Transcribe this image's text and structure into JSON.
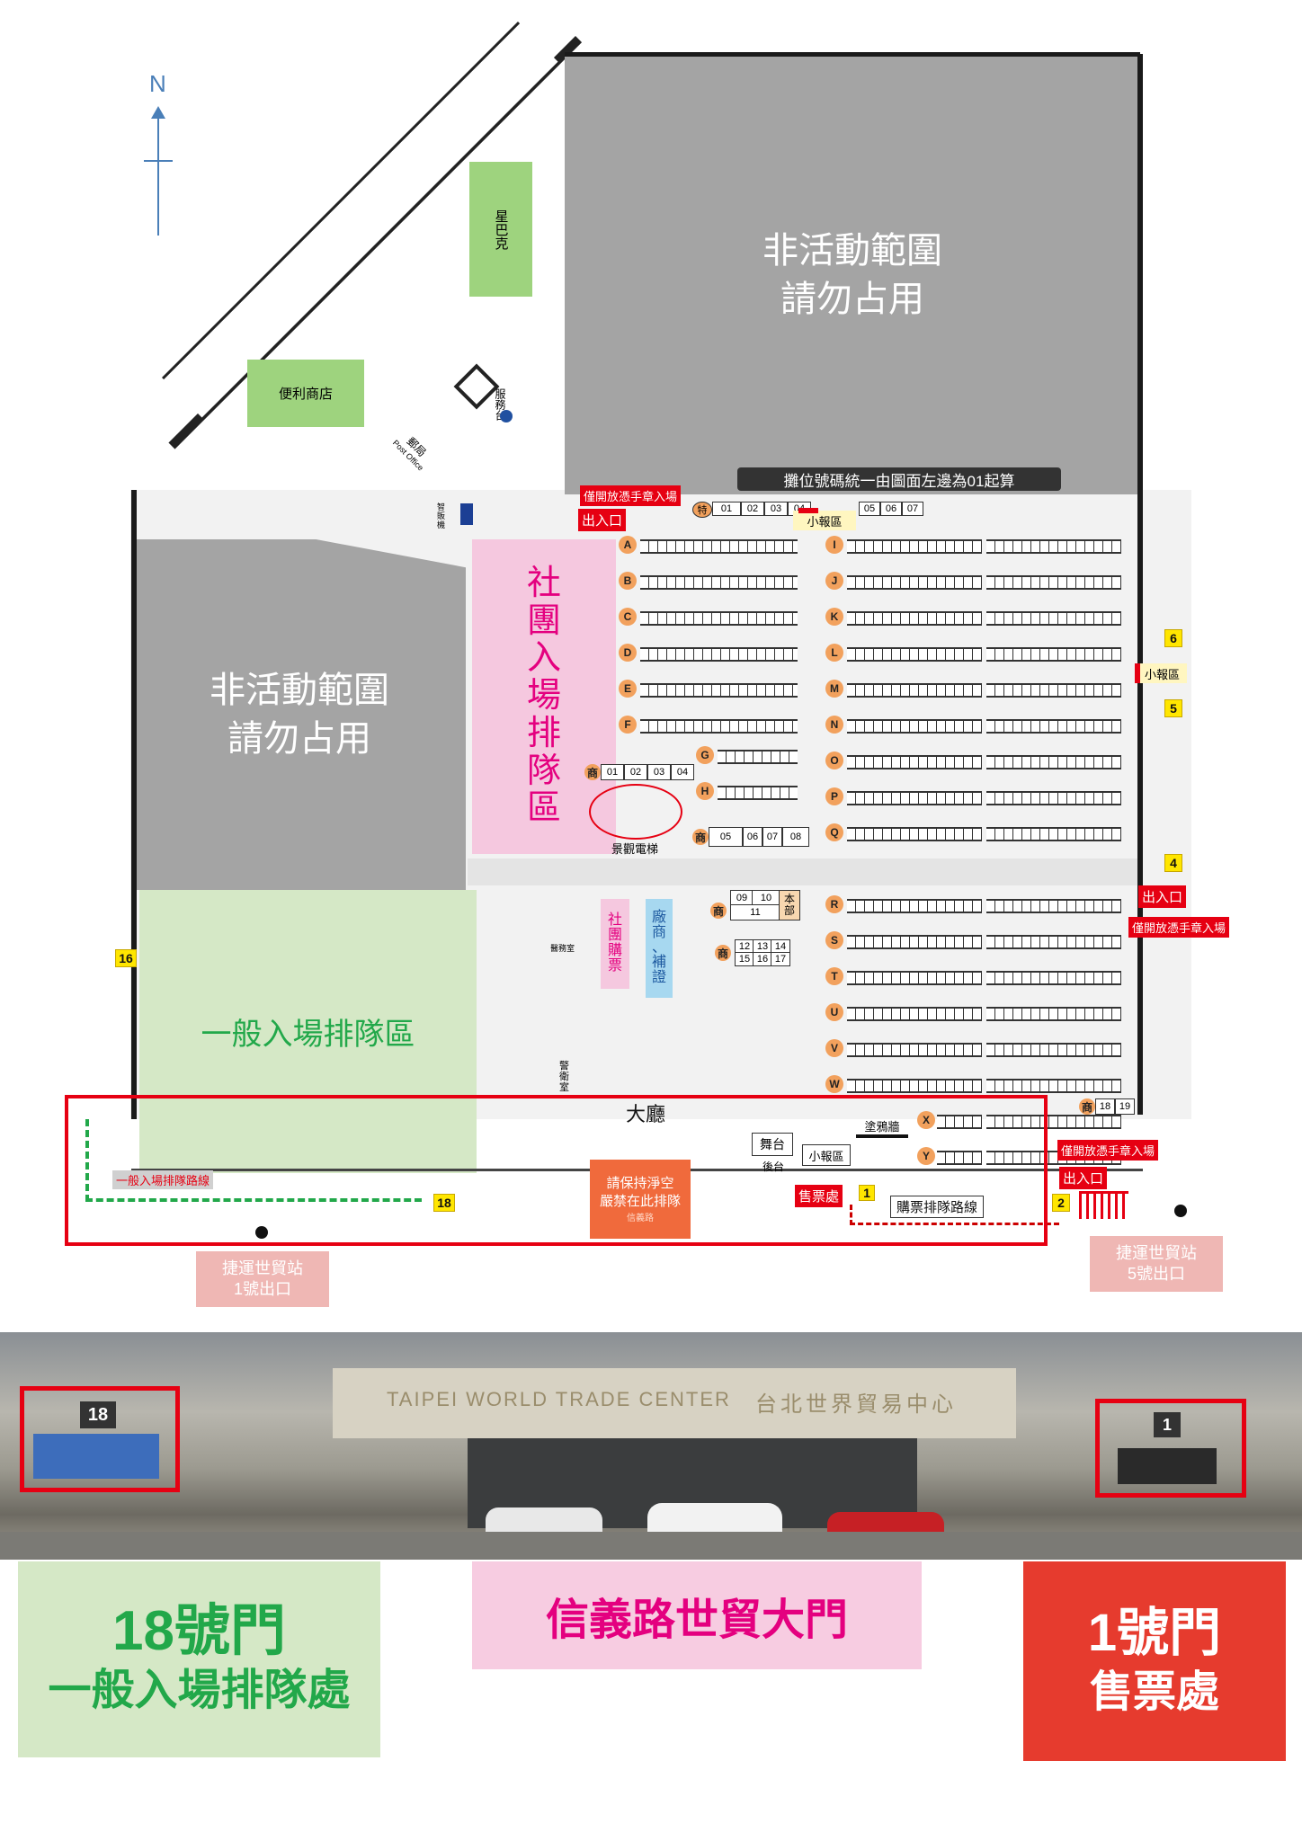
{
  "compass": {
    "label": "N"
  },
  "gray_zones": {
    "upper_right": "非活動範圍\n請勿占用",
    "left": "非活動範圍\n請勿占用"
  },
  "banner": "攤位號碼統一由圖面左邊為01起算",
  "zones": {
    "club_queue": "社\n團\n入\n場\n排\n隊\n區",
    "general_queue": "一般入場排隊區",
    "club_tickets": "社\n團\n購\n票",
    "vendor_pass": "廠\n商\n、\n補\n證",
    "lobby": "大廳",
    "keep_clear": "請保持淨空\n嚴禁在此排隊",
    "keep_clear_sub": "信義路"
  },
  "facilities": {
    "starbucks": "星巴克",
    "convenience": "便利商店",
    "post": "郵局",
    "post_en": "Post Office",
    "service": "服務台",
    "atm": "智\n販\n機",
    "elevator": "景觀電梯",
    "security": "警\n衛\n室",
    "medical": "醫務室",
    "stage": "舞台",
    "backstage": "後台",
    "graffiti": "塗鴉牆",
    "info_top": "小報區",
    "info_right": "小報區",
    "info_bottom": "小報區",
    "ticket_office": "售票處",
    "ticket_line": "購票排隊路線",
    "general_line": "一般入場排隊路線",
    "hq": "本\n部",
    "shop": "商",
    "special": "特"
  },
  "tags": {
    "handstamp_top": "僅開放憑手章入場",
    "exit_top": "出入口",
    "exit_right": "出入口",
    "handstamp_right": "僅開放憑手章入場",
    "handstamp_bottom": "僅開放憑手章入場",
    "exit_bottom": "出入口"
  },
  "doors": {
    "d1": "1",
    "d2": "2",
    "d4": "4",
    "d5": "5",
    "d6": "6",
    "d16": "16",
    "d18": "18"
  },
  "rows_left": [
    "A",
    "B",
    "C",
    "D",
    "E",
    "F",
    "G",
    "H"
  ],
  "rows_mid": [
    "I",
    "J",
    "K",
    "L",
    "M",
    "N",
    "O",
    "P",
    "Q",
    "R",
    "S",
    "T",
    "U",
    "V",
    "W",
    "X",
    "Y"
  ],
  "booths_top": [
    "01",
    "02",
    "03",
    "04",
    "05",
    "06",
    "07"
  ],
  "booths_mid": [
    "01",
    "02",
    "03",
    "04"
  ],
  "booths_elev": [
    "05",
    "06",
    "07",
    "08"
  ],
  "booths_hq": [
    "09",
    "10",
    "11"
  ],
  "booths_small": [
    "12",
    "13",
    "14",
    "15",
    "16",
    "17"
  ],
  "booths_br": [
    "18",
    "19"
  ],
  "mrt": {
    "exit1": "捷運世貿站\n1號出口",
    "exit5": "捷運世貿站\n5號出口"
  },
  "photo": {
    "building_name": "TAIPEI WORLD TRADE CENTER",
    "building_cn": "台北世界貿易中心",
    "gate_left": "18",
    "gate_right": "1"
  },
  "bottom": {
    "gate18_title": "18號門",
    "gate18_sub": "一般入場排隊處",
    "main_gate": "信義路世貿大門",
    "gate1_title": "1號門",
    "gate1_sub": "售票處"
  },
  "colors": {
    "green_zone": "#d5e8c6",
    "pink_zone": "#f5c8df",
    "red": "#e60012",
    "door_yellow": "#ffe600",
    "gate18_text": "#22a84a",
    "main_gate_text": "#e4007f",
    "gate1_bg": "#e63b2e"
  }
}
